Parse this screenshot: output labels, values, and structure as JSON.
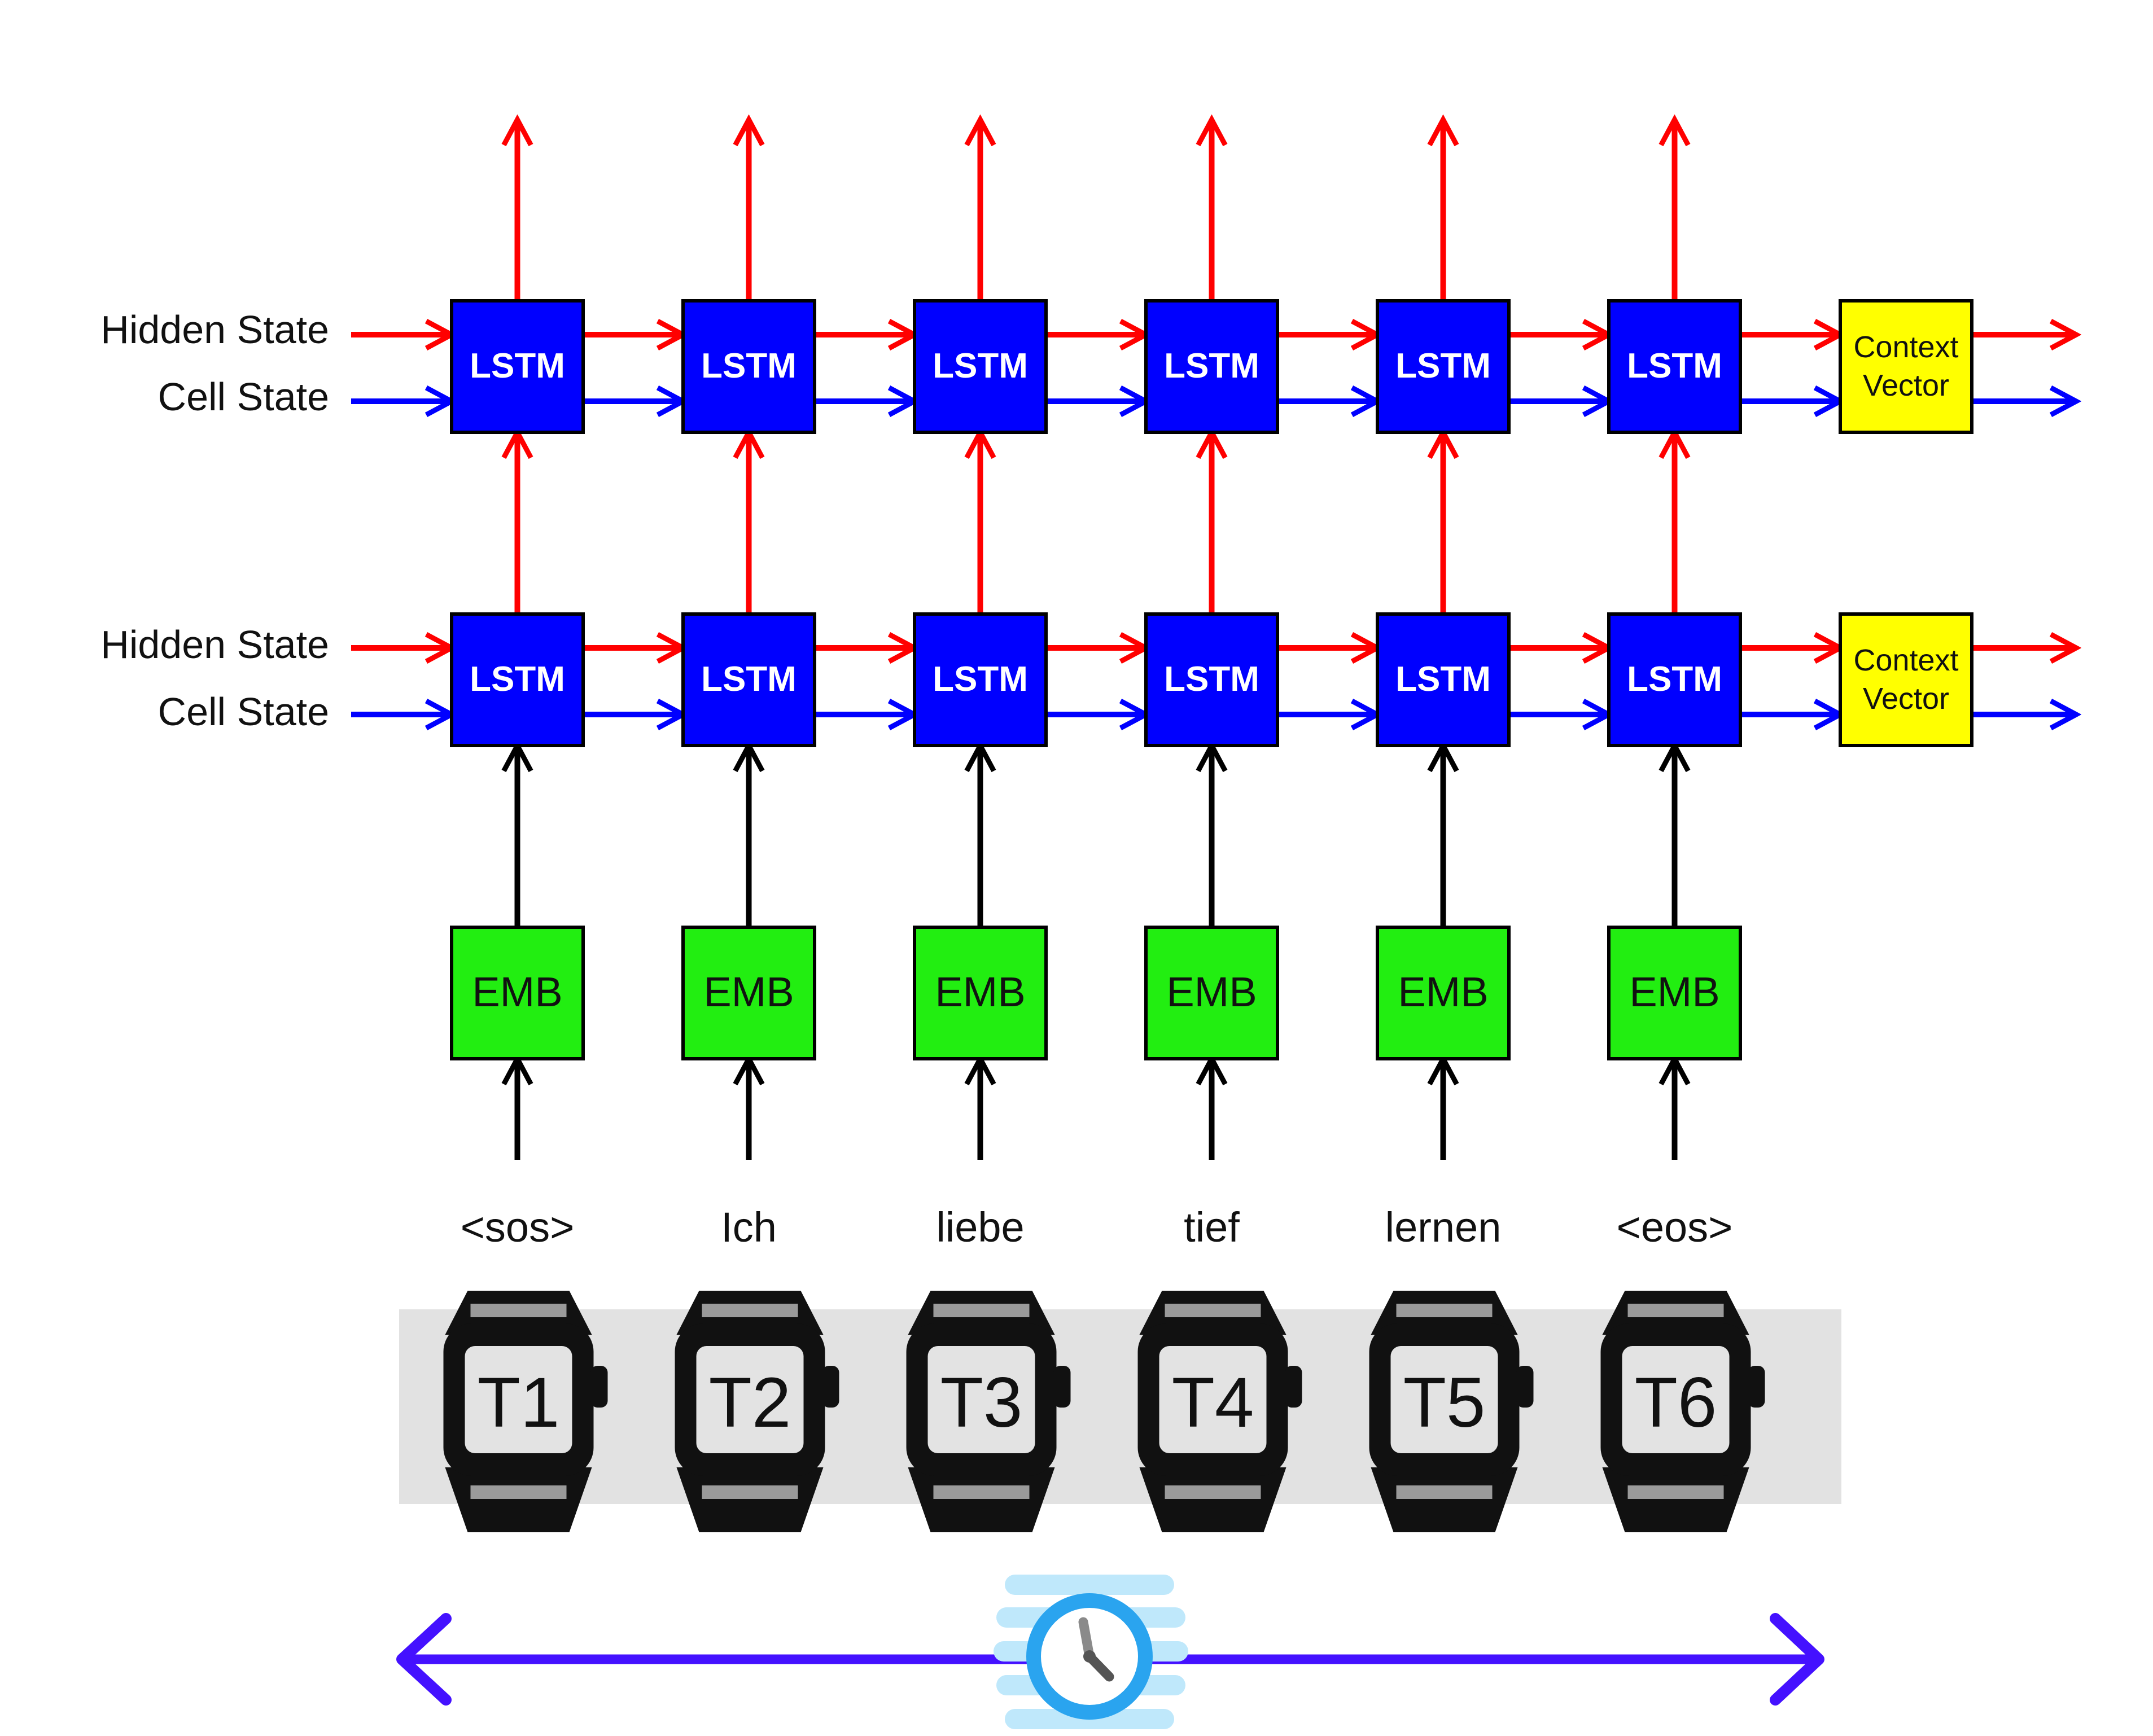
{
  "layer_labels": {
    "hidden_state": "Hidden State",
    "cell_state": "Cell State"
  },
  "layers": [
    {
      "cells": [
        "LSTM",
        "LSTM",
        "LSTM",
        "LSTM",
        "LSTM",
        "LSTM"
      ],
      "context_line1": "Context",
      "context_line2": "Vector"
    },
    {
      "cells": [
        "LSTM",
        "LSTM",
        "LSTM",
        "LSTM",
        "LSTM",
        "LSTM"
      ],
      "context_line1": "Context",
      "context_line2": "Vector"
    }
  ],
  "embeddings": [
    "EMB",
    "EMB",
    "EMB",
    "EMB",
    "EMB",
    "EMB"
  ],
  "tokens": [
    "<sos>",
    "Ich",
    "liebe",
    "tief",
    "lernen",
    "<eos>"
  ],
  "timesteps": [
    "T1",
    "T2",
    "T3",
    "T4",
    "T5",
    "T6"
  ],
  "timeline_icon": "clock-icon",
  "colors": {
    "lstm": "#0000ff",
    "emb": "#22ee11",
    "context": "#ffff00",
    "hidden_arrow": "#ff0000",
    "cell_arrow": "#0000ff",
    "input_arrow": "#000000",
    "timeline_arrow": "#4411ff",
    "timeline_band": "#e2e2e2",
    "watch_body": "#111111",
    "watch_screen": "#e3e3e3",
    "clock_ring": "#2aa4ef"
  }
}
